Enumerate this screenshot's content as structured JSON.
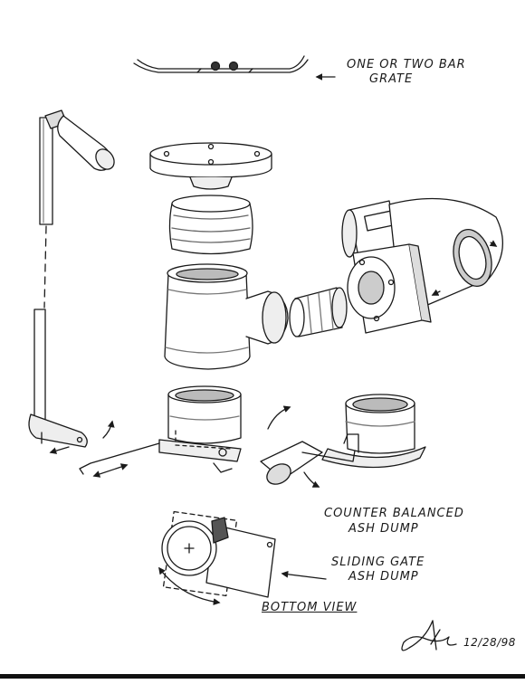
{
  "labels": {
    "grate_line1": "ONE OR TWO BAR",
    "grate_line2": "GRATE",
    "counter_line1": "COUNTER BALANCED",
    "counter_line2": "ASH DUMP",
    "sliding_line1": "SLIDING GATE",
    "sliding_line2": "ASH DUMP",
    "bottom_view": "BOTTOM VIEW",
    "date": "12/28/98"
  },
  "colors": {
    "ink": "#1a1a1a",
    "shade": "#cfcfcf",
    "paper": "#ffffff"
  }
}
